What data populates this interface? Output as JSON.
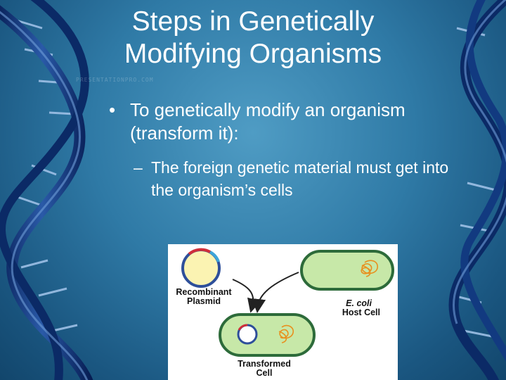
{
  "slide": {
    "title": "Steps in Genetically Modifying Organisms",
    "watermark": "PRESENTATIONPRO.COM",
    "bullet": {
      "marker": "•",
      "text": "To genetically modify an organism (transform it):"
    },
    "sub_bullet": {
      "marker": "–",
      "text": "The foreign genetic material must get into the organism’s cells"
    }
  },
  "figure": {
    "labels": {
      "plasmid_line1": "Recombinant",
      "plasmid_line2": "Plasmid",
      "host_line1": "E. coli",
      "host_line2": "Host Cell",
      "transformed_line1": "Transformed",
      "transformed_line2": "Cell"
    }
  },
  "colors": {
    "background": "#2f7aa6",
    "dna_strand": "#0d2f6e",
    "dna_highlight": "#8fb4dc",
    "cell_fill": "#bfe3a0",
    "cell_border": "#2d6b3a",
    "plasmid_fill": "#fbf3b2",
    "dna_tangle": "#e8901f"
  }
}
